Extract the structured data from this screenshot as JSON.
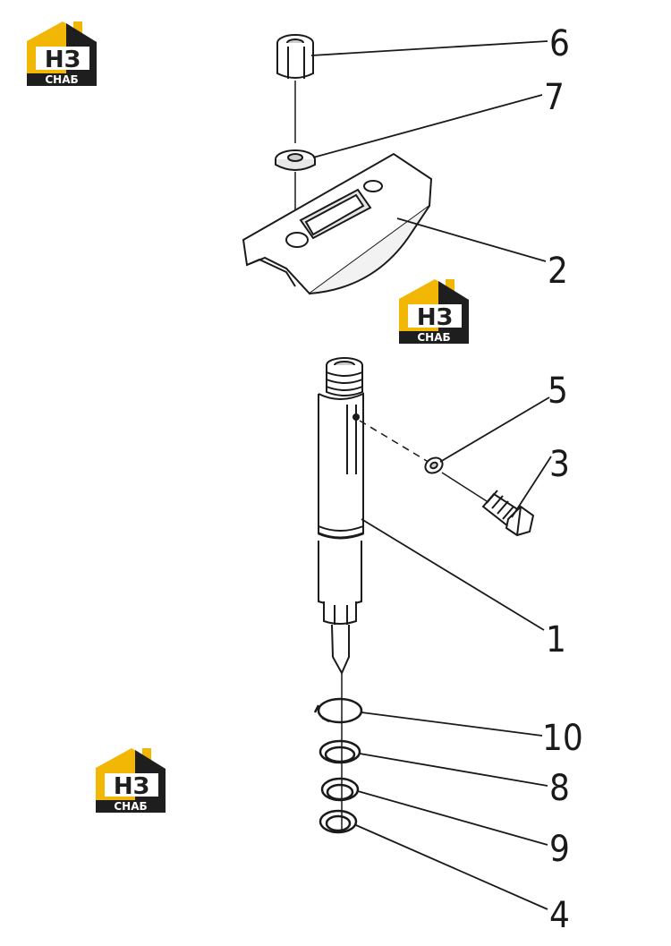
{
  "logos": [
    {
      "letters": "НЗ",
      "caption": "СНАБ",
      "brand_color": "#f2b705",
      "dark_color": "#1e1e1e"
    },
    {
      "letters": "НЗ",
      "caption": "СНАБ",
      "brand_color": "#f2b705",
      "dark_color": "#1e1e1e"
    },
    {
      "letters": "НЗ",
      "caption": "СНАБ",
      "brand_color": "#f2b705",
      "dark_color": "#1e1e1e"
    }
  ],
  "callouts": [
    {
      "label": "6"
    },
    {
      "label": "7"
    },
    {
      "label": "2"
    },
    {
      "label": "5"
    },
    {
      "label": "3"
    },
    {
      "label": "1"
    },
    {
      "label": "10"
    },
    {
      "label": "8"
    },
    {
      "label": "9"
    },
    {
      "label": "4"
    }
  ],
  "colors": {
    "line": "#1a1a1a",
    "shade": "#cfcfcf"
  }
}
